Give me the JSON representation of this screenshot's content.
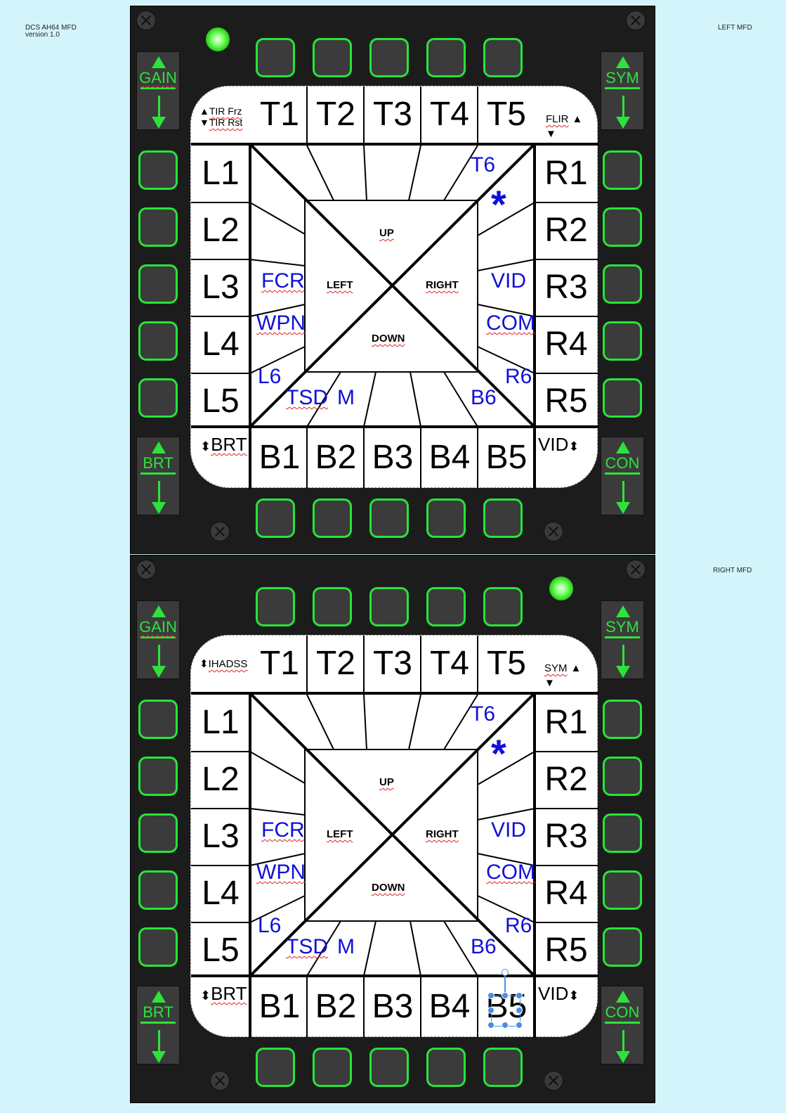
{
  "doc": {
    "title": "DCS AH64 MFD",
    "version": "version 1.0"
  },
  "mfds": [
    {
      "name": "LEFT MFD",
      "rockers": {
        "top_left": "GAIN",
        "top_right": "SYM",
        "bottom_left": "BRT",
        "bottom_right": "CON"
      },
      "top_labels": [
        "T1",
        "T2",
        "T3",
        "T4",
        "T5"
      ],
      "bottom_labels": [
        "B1",
        "B2",
        "B3",
        "B4",
        "B5"
      ],
      "left_labels": [
        "L1",
        "L2",
        "L3",
        "L4",
        "L5"
      ],
      "right_labels": [
        "R1",
        "R2",
        "R3",
        "R4",
        "R5"
      ],
      "corner_top_left": [
        "TIR Frz",
        "TIR Rst"
      ],
      "corner_top_right": "FLIR",
      "corner_bottom_left": "BRT",
      "corner_bottom_right": "VID",
      "directions": {
        "up": "UP",
        "down": "DOWN",
        "left": "LEFT",
        "right": "RIGHT"
      },
      "blue": {
        "t6": "T6",
        "star": "*",
        "fcr": "FCR",
        "wpn": "WPN",
        "l6": "L6",
        "tsd": "TSD",
        "m": "M",
        "b6": "B6",
        "r6": "R6",
        "vid": "VID",
        "com": "COM"
      }
    },
    {
      "name": "RIGHT MFD",
      "rockers": {
        "top_left": "GAIN",
        "top_right": "SYM",
        "bottom_left": "BRT",
        "bottom_right": "CON"
      },
      "top_labels": [
        "T1",
        "T2",
        "T3",
        "T4",
        "T5"
      ],
      "bottom_labels": [
        "B1",
        "B2",
        "B3",
        "B4",
        "B5"
      ],
      "left_labels": [
        "L1",
        "L2",
        "L3",
        "L4",
        "L5"
      ],
      "right_labels": [
        "R1",
        "R2",
        "R3",
        "R4",
        "R5"
      ],
      "corner_top_left": "IHADSS",
      "corner_top_right": "SYM",
      "corner_bottom_left": "BRT",
      "corner_bottom_right": "VID",
      "directions": {
        "up": "UP",
        "down": "DOWN",
        "left": "LEFT",
        "right": "RIGHT"
      },
      "blue": {
        "t6": "T6",
        "star": "*",
        "fcr": "FCR",
        "wpn": "WPN",
        "l6": "L6",
        "tsd": "TSD",
        "m": "M",
        "b6": "B6",
        "r6": "R6",
        "vid": "VID",
        "com": "COM"
      }
    }
  ],
  "colors": {
    "canvas": "#d4f4fc",
    "bezel": "#1c1c1c",
    "button_face": "#3b3b3b",
    "button_glow": "#25e53a",
    "blue_text": "#1010d8"
  }
}
